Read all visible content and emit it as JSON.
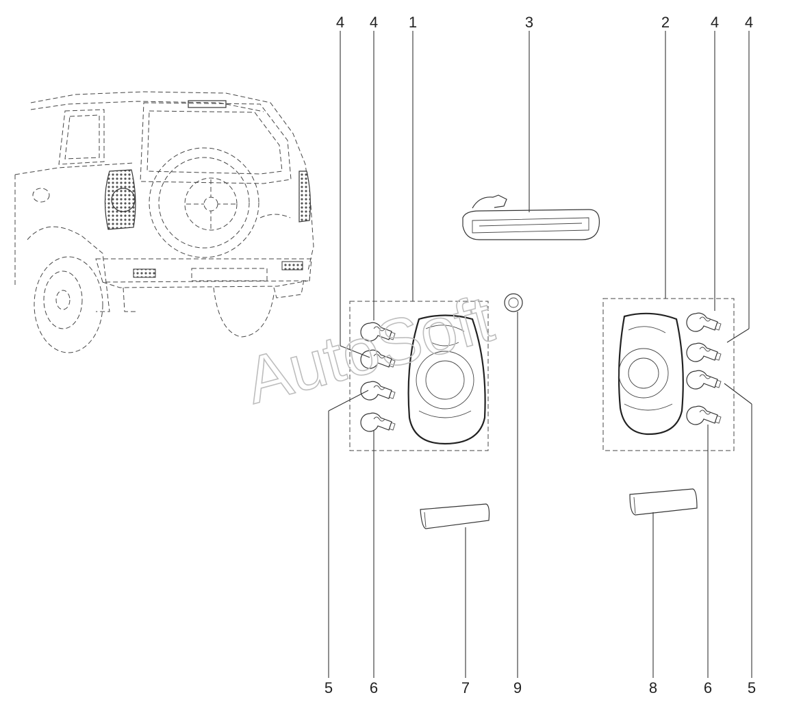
{
  "watermark": "AutoSoft",
  "callouts": {
    "c1": "1",
    "c2": "2",
    "c3": "3",
    "c4a": "4",
    "c4b": "4",
    "c4c": "4",
    "c4d": "4",
    "c5a": "5",
    "c5b": "5",
    "c6a": "6",
    "c6b": "6",
    "c7": "7",
    "c8": "8",
    "c9": "9"
  },
  "colors": {
    "line": "#333333",
    "watermark": "#bdbdbd",
    "mesh": "#555555"
  }
}
